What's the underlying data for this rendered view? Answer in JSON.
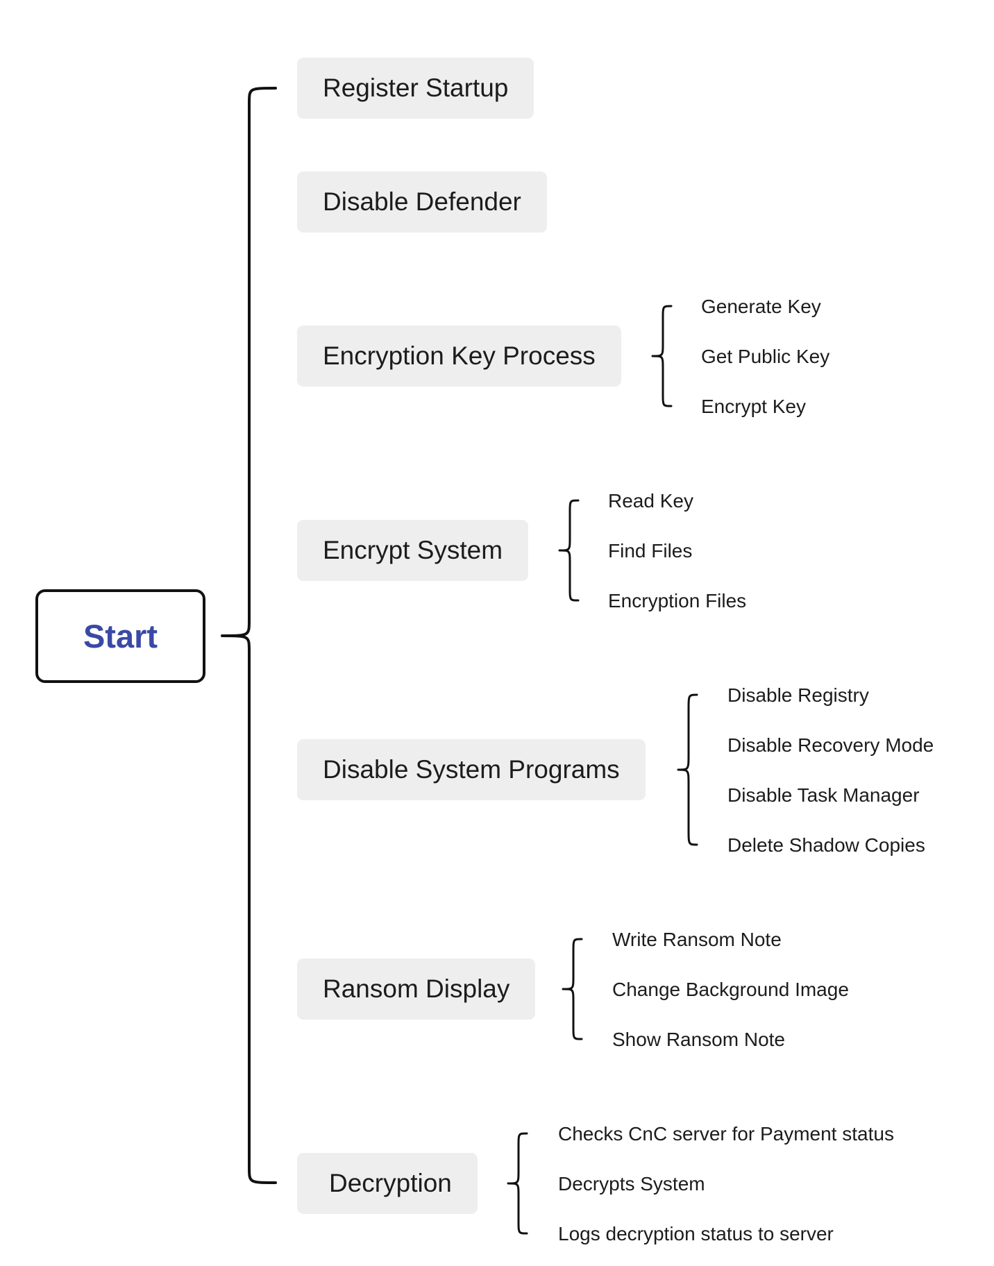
{
  "root": {
    "label": "Start"
  },
  "colors": {
    "root_text": "#3a49a6",
    "branch_fill": "#eeeeee",
    "line": "#111111"
  },
  "branches": [
    {
      "label": "Register Startup",
      "children": []
    },
    {
      "label": "Disable Defender",
      "children": []
    },
    {
      "label": "Encryption Key Process",
      "children": [
        "Generate Key",
        "Get Public Key",
        "Encrypt Key"
      ]
    },
    {
      "label": "Encrypt System",
      "children": [
        "Read Key",
        "Find Files",
        "Encryption Files"
      ]
    },
    {
      "label": "Disable System Programs",
      "children": [
        "Disable Registry",
        "Disable Recovery Mode",
        "Disable Task Manager",
        "Delete Shadow Copies"
      ]
    },
    {
      "label": "Ransom Display",
      "children": [
        "Write Ransom Note",
        "Change Background Image",
        "Show Ransom Note"
      ]
    },
    {
      "label": "Decryption",
      "children": [
        "Checks CnC server for Payment status",
        "Decrypts System",
        "Logs decryption status to server"
      ]
    }
  ]
}
